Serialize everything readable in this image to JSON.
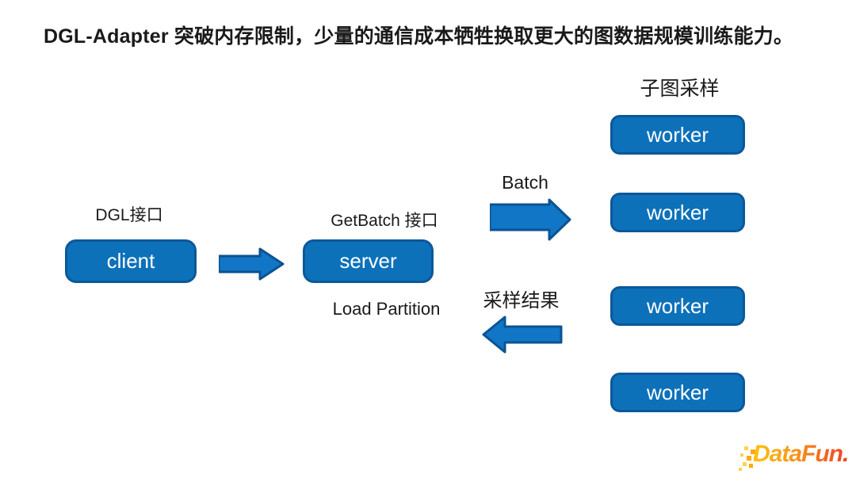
{
  "title": "DGL-Adapter 突破内存限制，少量的通信成本牺牲换取更大的图数据规模训练能力。",
  "colors": {
    "node_fill": "#0d71ba",
    "node_border": "#0b5899",
    "arrow_fill": "#1176c5",
    "arrow_border": "#0b5394",
    "logo_gradient_start": "#ffc20e",
    "logo_gradient_end": "#ef4123"
  },
  "labels": {
    "dgl_api": "DGL接口",
    "getbatch_api": "GetBatch 接口",
    "load_partition": "Load Partition",
    "batch": "Batch",
    "sampling_result": "采样结果",
    "subgraph_sampling": "子图采样"
  },
  "nodes": {
    "client": "client",
    "server": "server",
    "workers": [
      "worker",
      "worker",
      "worker",
      "worker"
    ]
  },
  "logo": {
    "text": "DataFun."
  }
}
